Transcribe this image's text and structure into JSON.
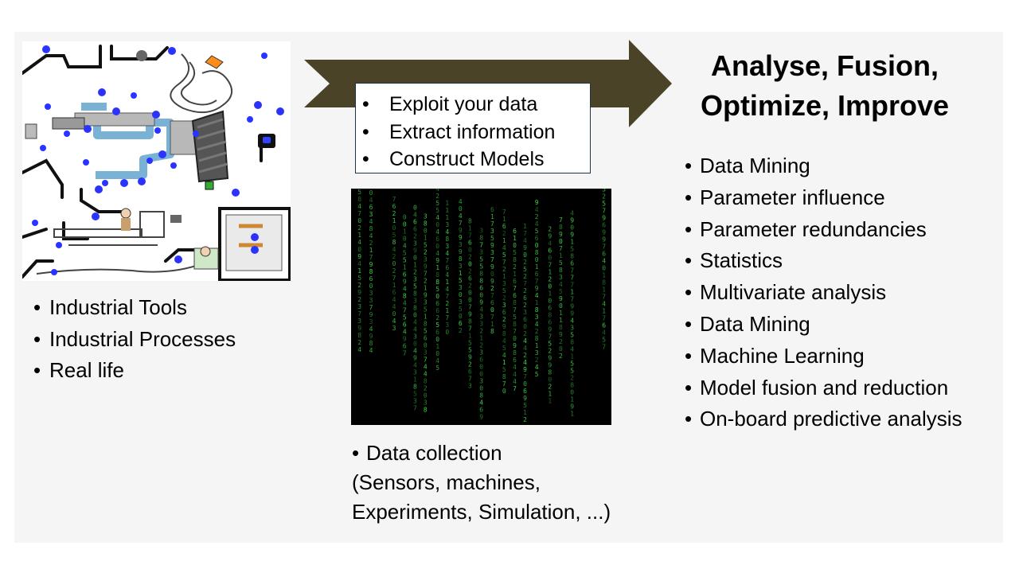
{
  "sources": {
    "items": [
      "Industrial Tools",
      "Industrial Processes",
      "Real life"
    ]
  },
  "arrow_callout": {
    "items": [
      "Exploit your data",
      "Extract information",
      "Construct Models"
    ]
  },
  "data_collection": {
    "heading": "Data collection",
    "note_lines": [
      "(Sensors, machines,",
      "Experiments, Simulation, ...)"
    ]
  },
  "analysis": {
    "title_lines": [
      "Analyse, Fusion,",
      "Optimize, Improve"
    ],
    "items": [
      "Data Mining",
      "Parameter influence",
      "Parameter redundancies",
      "Statistics",
      "Multivariate analysis",
      "Data Mining",
      "Machine Learning",
      "Model fusion and reduction",
      "On-board predictive analysis"
    ]
  },
  "colors": {
    "arrow": "#4a4327",
    "matrix_glyph": "#3fd34a",
    "callout_border": "#1f3344",
    "marker_blue": "#2a33ff"
  },
  "icons": {
    "plant": "industrial-floorplan-illustration",
    "matrix": "digital-rain-data-image"
  }
}
